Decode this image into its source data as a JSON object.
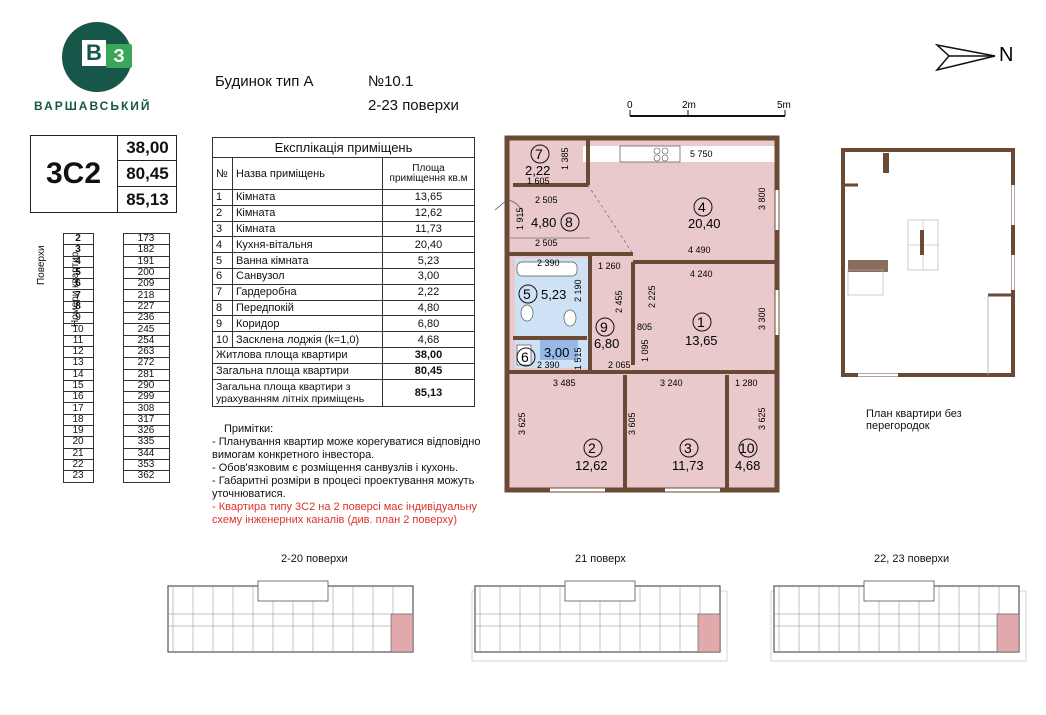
{
  "logo": {
    "letter1": "В",
    "letter2": "З",
    "name": "ВАРШАВСЬКИЙ"
  },
  "header": {
    "building": "Будинок тип А",
    "number": "№10.1",
    "floors": "2-23 поверхи"
  },
  "scale": {
    "zero": "0",
    "mid": "2m",
    "end": "5m"
  },
  "north": "N",
  "apartment": {
    "type": "3С2",
    "living_area": "38,00",
    "total_area": "80,45",
    "total_with_summer": "85,13"
  },
  "floors_table": {
    "floors_label": "Поверхи",
    "numbers_label": "Номери квартир",
    "rows": [
      {
        "f": "2",
        "n": "173"
      },
      {
        "f": "3",
        "n": "182"
      },
      {
        "f": "4",
        "n": "191"
      },
      {
        "f": "5",
        "n": "200"
      },
      {
        "f": "6",
        "n": "209"
      },
      {
        "f": "7",
        "n": "218"
      },
      {
        "f": "8",
        "n": "227"
      },
      {
        "f": "9",
        "n": "236"
      },
      {
        "f": "10",
        "n": "245"
      },
      {
        "f": "11",
        "n": "254"
      },
      {
        "f": "12",
        "n": "263"
      },
      {
        "f": "13",
        "n": "272"
      },
      {
        "f": "14",
        "n": "281"
      },
      {
        "f": "15",
        "n": "290"
      },
      {
        "f": "16",
        "n": "299"
      },
      {
        "f": "17",
        "n": "308"
      },
      {
        "f": "18",
        "n": "317"
      },
      {
        "f": "19",
        "n": "326"
      },
      {
        "f": "20",
        "n": "335"
      },
      {
        "f": "21",
        "n": "344"
      },
      {
        "f": "22",
        "n": "353"
      },
      {
        "f": "23",
        "n": "362"
      }
    ]
  },
  "explication": {
    "title": "Експлікація приміщень",
    "col_no": "№",
    "col_name": "Назва приміщень",
    "col_area": "Площа приміщення кв.м",
    "rows": [
      {
        "no": "1",
        "name": "Кімната",
        "area": "13,65"
      },
      {
        "no": "2",
        "name": "Кімната",
        "area": "12,62"
      },
      {
        "no": "3",
        "name": "Кімната",
        "area": "11,73"
      },
      {
        "no": "4",
        "name": "Кухня-вітальня",
        "area": "20,40"
      },
      {
        "no": "5",
        "name": "Ванна кімната",
        "area": "5,23"
      },
      {
        "no": "6",
        "name": "Санвузол",
        "area": "3,00"
      },
      {
        "no": "7",
        "name": "Гардеробна",
        "area": "2,22"
      },
      {
        "no": "8",
        "name": "Передпокій",
        "area": "4,80"
      },
      {
        "no": "9",
        "name": "Коридор",
        "area": "6,80"
      },
      {
        "no": "10",
        "name": "Засклена лоджія (k=1,0)",
        "area": "4,68"
      }
    ],
    "living_label": "Житлова площа квартири",
    "living_value": "38,00",
    "total_label": "Загальна площа квартири",
    "total_value": "80,45",
    "summer_label": "Загальна площа квартири з урахуванням літніх приміщень",
    "summer_value": "85,13"
  },
  "notes": {
    "title": "Примітки:",
    "items": [
      "- Планування квартир може корегуватися відповідно вимогам конкретного інвестора.",
      "- Обов'язковим є розміщення санвузлів і кухонь.",
      "- Габаритні розміри в процесі проектування можуть уточнюватися."
    ],
    "red_note": "- Квартира типу 3С2 на 2 поверсі має індивідуальну схему інженерних каналів (див. план 2 поверху)"
  },
  "plan": {
    "rooms": [
      {
        "no": "1",
        "area": "13,65"
      },
      {
        "no": "2",
        "area": "12,62"
      },
      {
        "no": "3",
        "area": "11,73"
      },
      {
        "no": "4",
        "area": "20,40"
      },
      {
        "no": "5",
        "area": "5,23"
      },
      {
        "no": "6",
        "area": "3,00"
      },
      {
        "no": "7",
        "area": "2,22"
      },
      {
        "no": "8",
        "area": "4,80"
      },
      {
        "no": "9",
        "area": "6,80"
      },
      {
        "no": "10",
        "area": "4,68"
      }
    ],
    "dims": {
      "d5750": "5 750",
      "d3800": "3 800",
      "d4490": "4 490",
      "d4240": "4 240",
      "d3300": "3 300",
      "d2505a": "2 505",
      "d2505b": "2 505",
      "d1915": "1 915",
      "d1385": "1 385",
      "d1605": "1 605",
      "d2390a": "2 390",
      "d2390b": "2 390",
      "d1260": "1 260",
      "d2190": "2 190",
      "d2455": "2 455",
      "d2225": "2 225",
      "d805": "805",
      "d1515": "1 515",
      "d1095": "1 095",
      "d2065": "2 065",
      "d3485": "3 485",
      "d3240": "3 240",
      "d1280": "1 280",
      "d3625a": "3 625",
      "d3605": "3 605",
      "d3625b": "3 625"
    }
  },
  "no_partitions_label": "План квартири без перегородок",
  "floor_plans": [
    {
      "label": "2-20 поверхи"
    },
    {
      "label": "21 поверх"
    },
    {
      "label": "22, 23 поверхи"
    }
  ],
  "colors": {
    "brand": "#17574a",
    "brand_light": "#3aa659",
    "room_fill": "#e9c9cc",
    "wall": "#6b4a35",
    "wet_fill": "#cfe1f5",
    "wet_room": "#2f6fd6",
    "highlight": "#e2a9ad",
    "note_red": "#e0312c"
  }
}
